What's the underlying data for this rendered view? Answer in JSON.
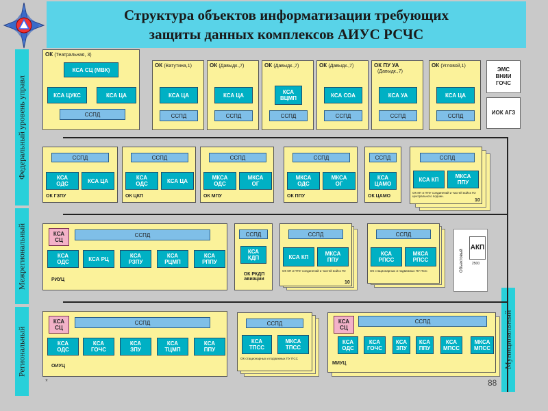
{
  "title": {
    "line1": "Структура объектов информатизации требующих",
    "line2": "защиты данных комплексов АИУС РСЧС"
  },
  "bands": {
    "federal": "Федеральный уровень управл",
    "interregional": "Межрегиональный",
    "regional": "Региональный",
    "municipal": "Муниципальный"
  },
  "fed": {
    "ok1": {
      "title": "ОК",
      "sub": "(Театральная, 3)",
      "top": "КСА СЦ (МВК)",
      "a": "КСА ЦУКС",
      "b": "КСА ЦА",
      "sspd": "ССПД"
    },
    "ok2": {
      "title": "ОК",
      "sub": "(Ватутина,1)",
      "a": "КСА ЦА",
      "sspd": "ССПД"
    },
    "ok3": {
      "title": "ОК",
      "sub": "(Давыдк.,7)",
      "a": "КСА ЦА",
      "sspd": "ССПД"
    },
    "ok4": {
      "title": "ОК",
      "sub": "(Давыдк.,7)",
      "a": "КСА\nВЦМП",
      "sspd": "ССПД"
    },
    "ok5": {
      "title": "ОК",
      "sub": "(Давыдк.,7)",
      "a": "КСА СОА",
      "sspd": "ССПД"
    },
    "ok6": {
      "title": "ОК ПУ УА",
      "sub": "(Давыдк.,7)",
      "a": "КСА УА",
      "sspd": "ССПД"
    },
    "ok7": {
      "title": "ОК",
      "sub": "(Угловой,1)",
      "a": "КСА ЦА",
      "sspd": "ССПД"
    },
    "ems": "ЭМС\nВНИИ\nГОЧС",
    "iok": "ИОК АГЗ"
  },
  "row2": {
    "g1": {
      "sspd": "ССПД",
      "a": "КСА\nОДС",
      "b": "КСА ЦА",
      "label": "ОК ГЗПУ"
    },
    "g2": {
      "sspd": "ССПД",
      "a": "КСА\nОДС",
      "b": "КСА ЦА",
      "label": "ОК ЦКП"
    },
    "g3": {
      "sspd": "ССПД",
      "a": "МКСА\nОДС",
      "b": "МКСА\nОГ",
      "label": "ОК МПУ"
    },
    "g4": {
      "sspd": "ССПД",
      "a": "МКСА\nОДС",
      "b": "МКСА\nОГ",
      "label": "ОК ППУ"
    },
    "g5": {
      "sspd": "ССПД",
      "a": "КСА\nЦАМО",
      "label": "ОК ЦАМО"
    },
    "g6": {
      "sspd": "ССПД",
      "a": "КСА КП",
      "b": "МКСА\nППУ",
      "note": "ОК КП и ППУ соединений и частей войск ГО центрального подчин.",
      "count": "10"
    }
  },
  "row3": {
    "riuc": {
      "pink": "КСА\nСЦ",
      "sspd": "ССПД",
      "boxes": [
        "КСА\nОДС",
        "КСА РЦ",
        "КСА\nРЗПУ",
        "КСА\nРЦМП",
        "КСА\nРППУ"
      ],
      "label": "РИУЦ"
    },
    "rkdp": {
      "sspd": "ССПД",
      "a": "КСА\nКДП",
      "label": "ОК РКДП\nавиации"
    },
    "kp": {
      "sspd": "ССПД",
      "a": "КСА КП",
      "b": "МКСА\nППУ",
      "note": "ОК КП и ППУ соединений и частей войск ГО",
      "count": "10"
    },
    "rpss": {
      "sspd": "ССПД",
      "a": "КСА\nРПСС",
      "b": "МКСА\nРПСС",
      "note": "ОК стационарных и подвижных ПУ ПСС"
    },
    "akp": {
      "label": "АКП",
      "side": "Объектовый",
      "count": "2500"
    }
  },
  "row4": {
    "oiuc": {
      "pink": "КСА\nСЦ",
      "sspd": "ССПД",
      "boxes": [
        "КСА\nОДС",
        "КСА\nГОЧС",
        "КСА\nЗПУ",
        "КСА\nТЦМП",
        "КСА\nППУ"
      ],
      "label": "ОИУЦ"
    },
    "tpss": {
      "sspd": "ССПД",
      "a": "КСА\nТПСС",
      "b": "МКСА\nТПСС",
      "note": "ОК стационарных и подвижных ПУ ПСС"
    },
    "miuc": {
      "pink": "КСА\nСЦ",
      "sspd": "ССПД",
      "boxes": [
        "КСА\nОДС",
        "КСА\nГОЧС",
        "КСА\nЗПУ",
        "КСА\nППУ",
        "КСА\nМПСС",
        "МКСА\nМПСС"
      ],
      "label": "МИУЦ"
    }
  },
  "footer": {
    "star": "*",
    "page": "88"
  },
  "colors": {
    "title_bg": "#59d3e8",
    "band": "#28d0da",
    "object_bg": "#fbf29a",
    "ksa_box": "#00b0c4",
    "sspd": "#7fbfe8",
    "sc_box": "#f3b2c8"
  },
  "icons": {
    "logo": "emercom-star-logo"
  }
}
